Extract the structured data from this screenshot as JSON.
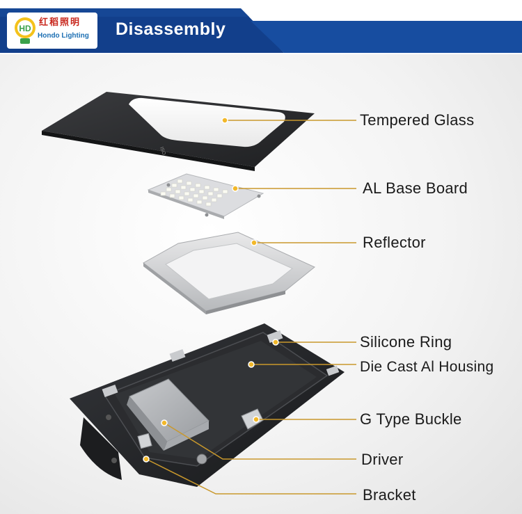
{
  "header": {
    "title": "Disassembly",
    "logo_cn": "红稻照明",
    "logo_en": "Hondo Lighting",
    "brand_color": "#103f8a"
  },
  "callouts": [
    {
      "id": "tempered-glass",
      "label": "Tempered Glass"
    },
    {
      "id": "al-base-board",
      "label": "AL Base Board"
    },
    {
      "id": "reflector",
      "label": "Reflector"
    },
    {
      "id": "silicone-ring",
      "label": "Silicone Ring"
    },
    {
      "id": "die-cast-housing",
      "label": "Die Cast Al Housing"
    },
    {
      "id": "g-type-buckle",
      "label": "G Type Buckle"
    },
    {
      "id": "driver",
      "label": "Driver"
    },
    {
      "id": "bracket",
      "label": "Bracket"
    }
  ],
  "colors": {
    "leader": "#c9982c",
    "glass_frame": "#2f3033",
    "housing": "#26272a",
    "driver": "#b4b7ba"
  }
}
